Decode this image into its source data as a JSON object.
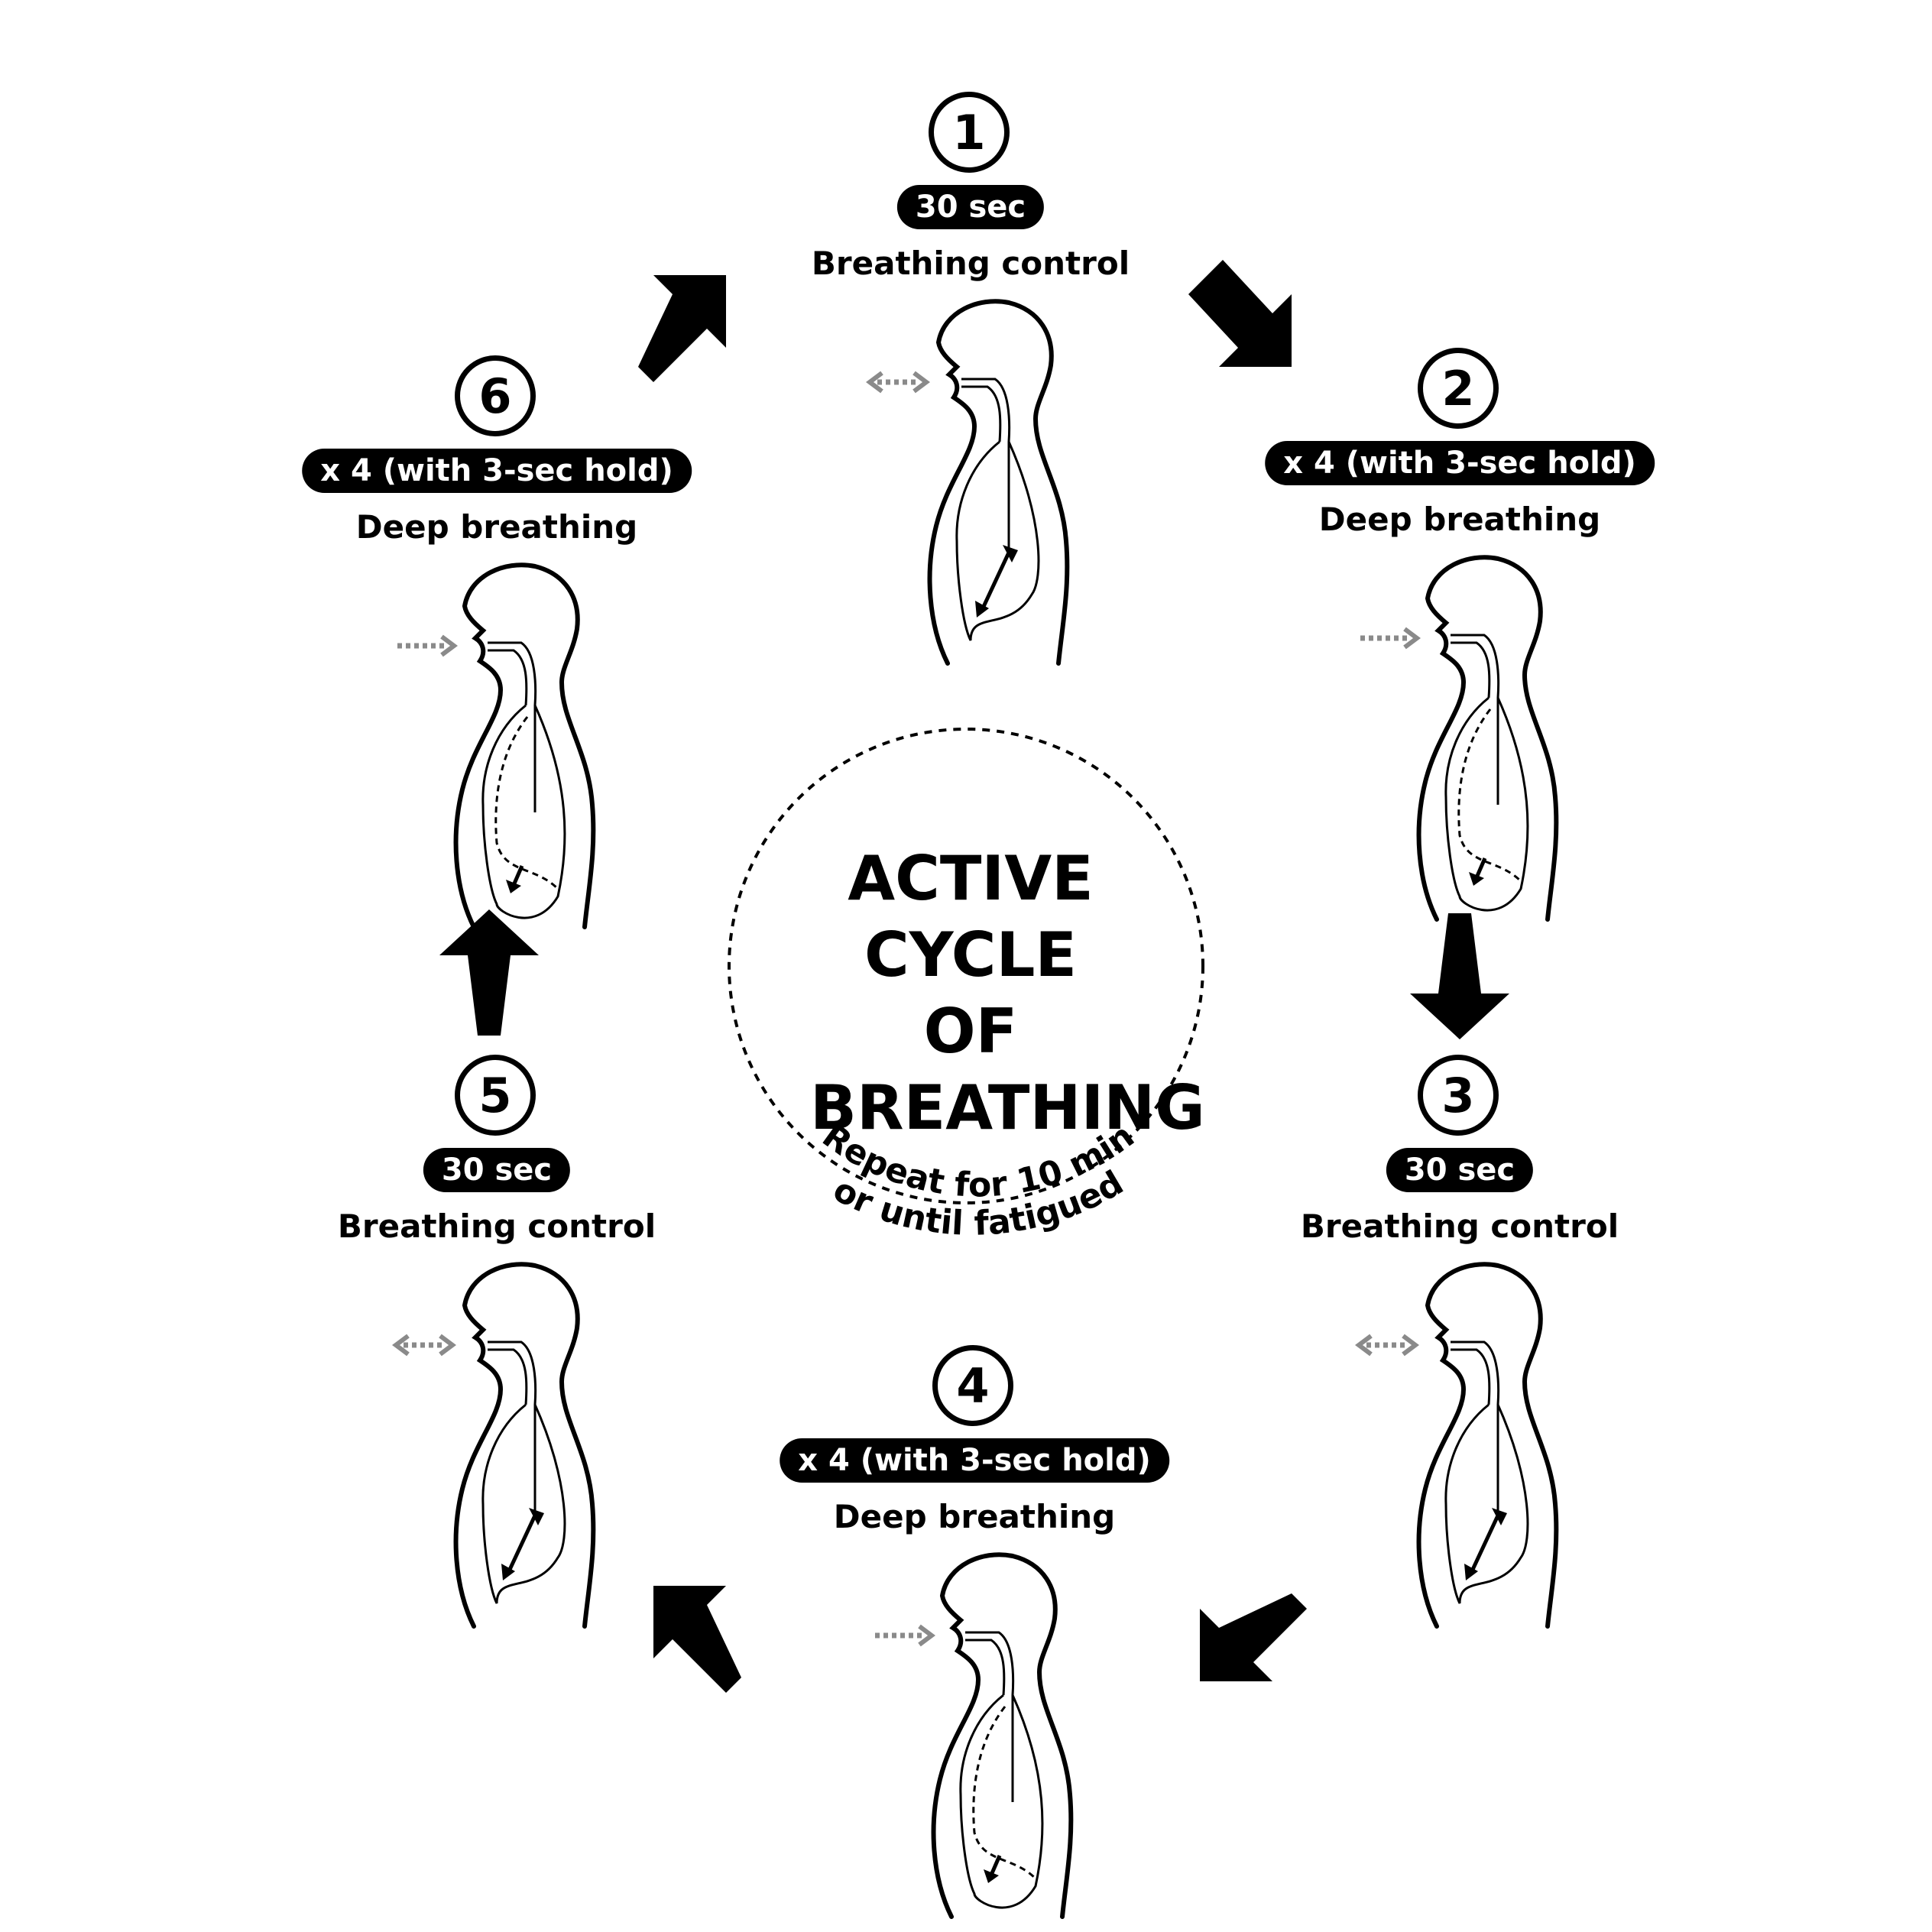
{
  "title": {
    "line1": "ACTIVE",
    "line2": "CYCLE OF",
    "line3": "BREATHING"
  },
  "repeat": {
    "line1": "Repeat for 10 min",
    "line2": "or until fatigued"
  },
  "steps": [
    {
      "number": "1",
      "duration": "30 sec",
      "label": "Breathing control",
      "mode": "control"
    },
    {
      "number": "2",
      "duration": "x 4 (with 3-sec hold)",
      "label": "Deep breathing",
      "mode": "deep"
    },
    {
      "number": "3",
      "duration": "30 sec",
      "label": "Breathing control",
      "mode": "control"
    },
    {
      "number": "4",
      "duration": "x 4 (with 3-sec hold)",
      "label": "Deep breathing",
      "mode": "deep"
    },
    {
      "number": "5",
      "duration": "30 sec",
      "label": "Breathing control",
      "mode": "control"
    },
    {
      "number": "6",
      "duration": "x 4 (with 3-sec hold)",
      "label": "Deep breathing",
      "mode": "deep"
    }
  ],
  "icons": {
    "flow": "flow-arrow-icon",
    "figure": "breathing-figure-icon",
    "airflow_control": "bidirectional-airflow-icon",
    "airflow_deep": "inhale-airflow-icon"
  },
  "colors": {
    "ink": "#000000",
    "airflow": "#8a8a8a",
    "background": "#ffffff"
  }
}
